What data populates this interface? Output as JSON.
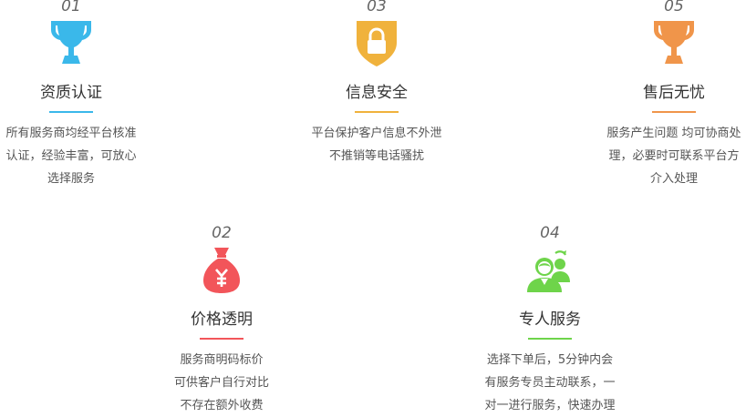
{
  "features": [
    {
      "num": "01",
      "title": "资质认证",
      "color": "#3ab8ea",
      "icon": "trophy-icon",
      "desc": [
        "所有服务商均经平台核准",
        "认证，经验丰富，可放心",
        "选择服务"
      ]
    },
    {
      "num": "02",
      "title": "价格透明",
      "color": "#f2555a",
      "icon": "money-bag-icon",
      "desc": [
        "服务商明码标价",
        "可供客户自行对比",
        "不存在额外收费"
      ]
    },
    {
      "num": "03",
      "title": "信息安全",
      "color": "#f0b23c",
      "icon": "lock-shield-icon",
      "desc": [
        "平台保护客户信息不外泄",
        "不推销等电话骚扰"
      ]
    },
    {
      "num": "04",
      "title": "专人服务",
      "color": "#6ed44a",
      "icon": "customer-service-icon",
      "desc": [
        "选择下单后，5分钟内会",
        "有服务专员主动联系，一",
        "对一进行服务，快速办理"
      ]
    },
    {
      "num": "05",
      "title": "售后无忧",
      "color": "#f0954a",
      "icon": "trophy-icon",
      "desc": [
        "服务产生问题 均可协商处",
        "理，必要时可联系平台方",
        "介入处理"
      ]
    }
  ]
}
